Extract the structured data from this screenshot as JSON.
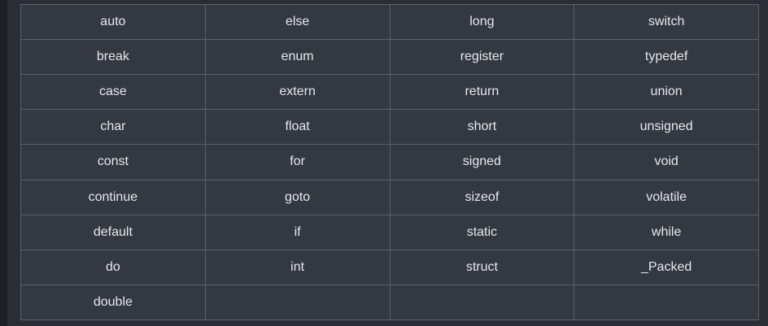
{
  "table": {
    "rows": [
      [
        "auto",
        "else",
        "long",
        "switch"
      ],
      [
        "break",
        "enum",
        "register",
        "typedef"
      ],
      [
        "case",
        "extern",
        "return",
        "union"
      ],
      [
        "char",
        "float",
        "short",
        "unsigned"
      ],
      [
        "const",
        "for",
        "signed",
        "void"
      ],
      [
        "continue",
        "goto",
        "sizeof",
        "volatile"
      ],
      [
        "default",
        "if",
        "static",
        "while"
      ],
      [
        "do",
        "int",
        "struct",
        "_Packed"
      ],
      [
        "double",
        "",
        "",
        ""
      ]
    ]
  },
  "colors": {
    "background": "#1e2024",
    "cell_bg": "#343841",
    "border": "#5b606a",
    "text": "#e6e8eb"
  }
}
